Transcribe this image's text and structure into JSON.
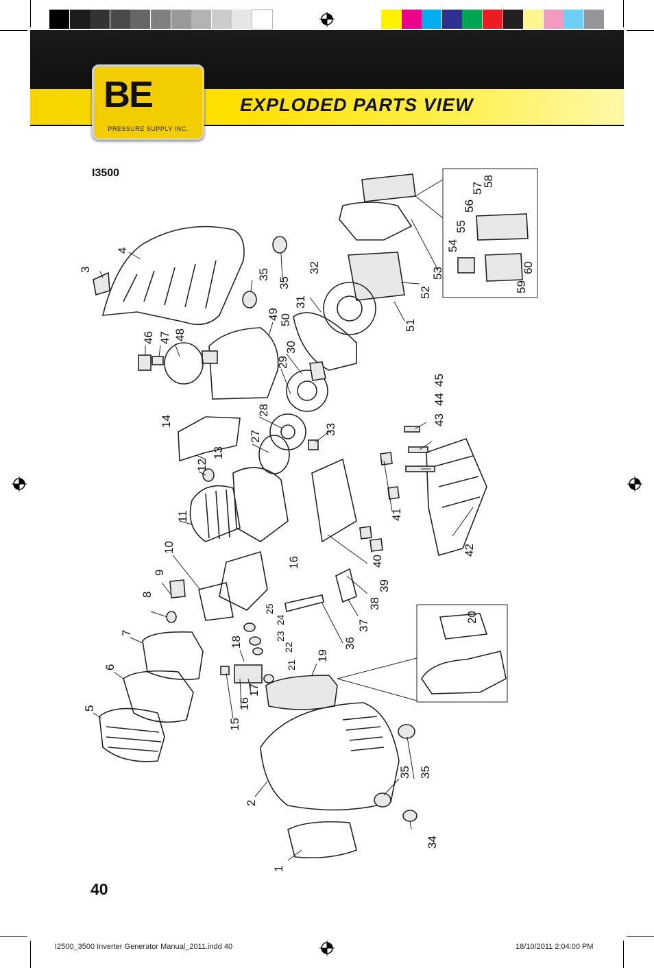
{
  "header": {
    "title": "EXPLODED PARTS VIEW",
    "logo_text": "BE",
    "logo_subtext": "PRESSURE SUPPLY INC."
  },
  "model": "I3500",
  "page_number": "40",
  "footer": {
    "file": "I2500_3500 Inverter Generator Manual_2011.indd   40",
    "date": "18/10/2011   2:04:00 PM"
  },
  "colors": {
    "greyscale": [
      "#000000",
      "#1c1c1c",
      "#333333",
      "#4a4a4a",
      "#666666",
      "#808080",
      "#999999",
      "#b3b3b3",
      "#cccccc",
      "#e6e6e6",
      "#ffffff"
    ],
    "process": [
      "#fff200",
      "#ec008c",
      "#00aeef",
      "#2e3192",
      "#00a651",
      "#ed1c24",
      "#231f20",
      "#fff68f",
      "#f49ac1",
      "#6dcff6",
      "#939598"
    ]
  },
  "part_labels": [
    "1",
    "2",
    "3",
    "4",
    "5",
    "6",
    "7",
    "8",
    "9",
    "10",
    "11",
    "12",
    "13",
    "14",
    "15",
    "16",
    "16",
    "17",
    "18",
    "19",
    "20",
    "21",
    "22",
    "23",
    "24",
    "25",
    "27",
    "28",
    "29",
    "30",
    "31",
    "32",
    "33",
    "34",
    "35",
    "35",
    "35",
    "35",
    "36",
    "37",
    "38",
    "39",
    "40",
    "41",
    "42",
    "43",
    "44",
    "45",
    "46",
    "47",
    "48",
    "49",
    "50",
    "51",
    "52",
    "53",
    "54",
    "55",
    "56",
    "57",
    "58",
    "59",
    "60"
  ]
}
